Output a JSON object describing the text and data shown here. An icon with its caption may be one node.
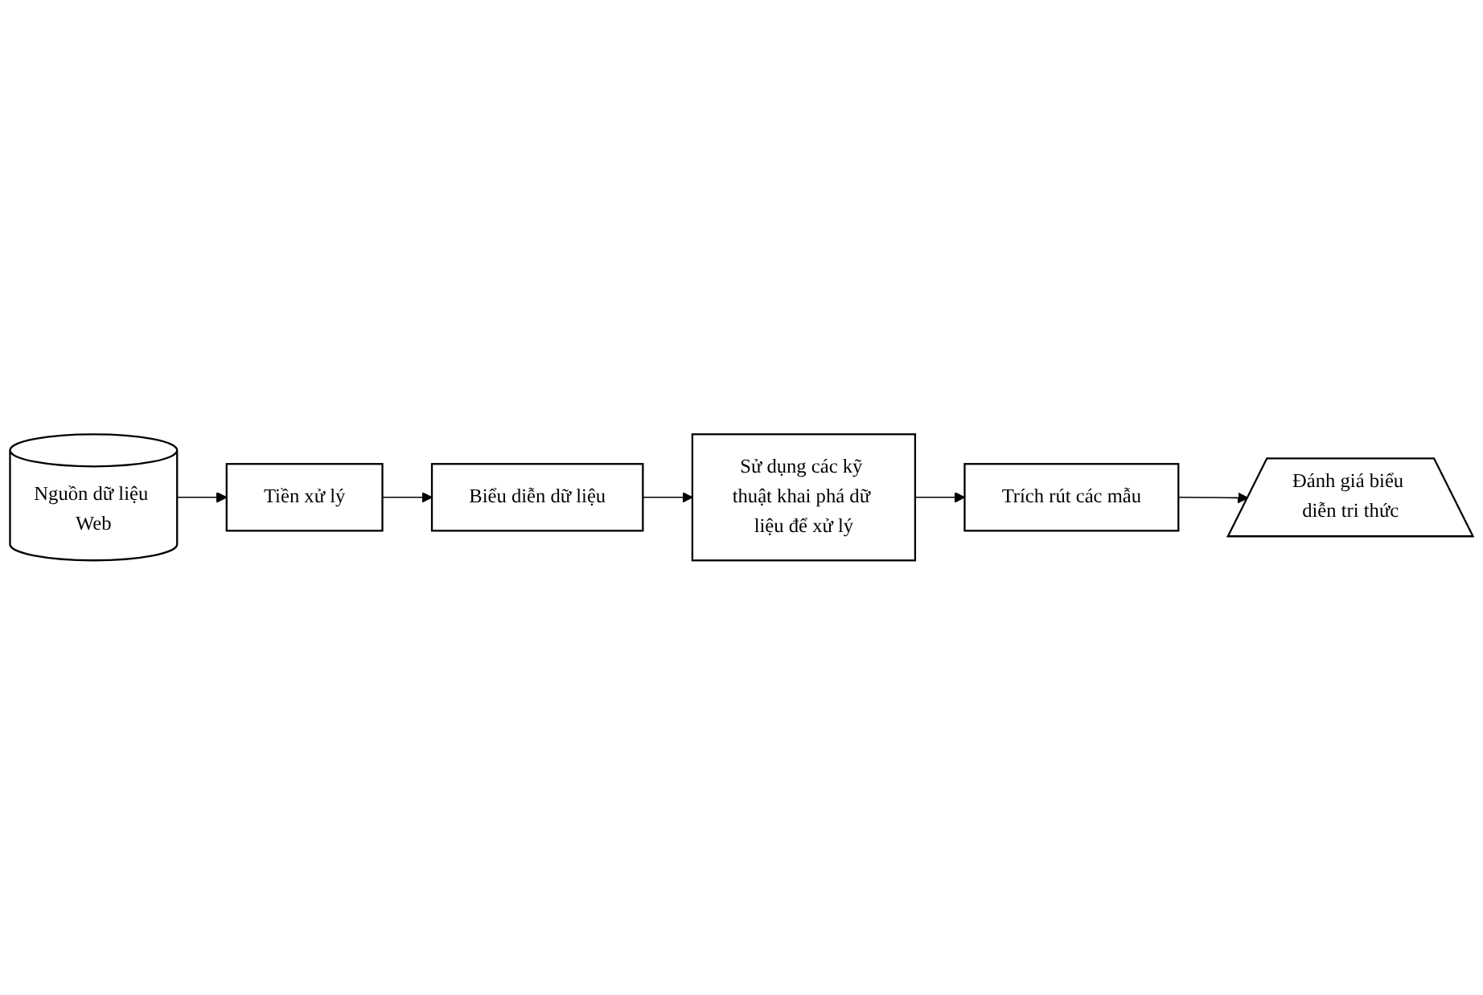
{
  "diagram": {
    "nodes": [
      {
        "text": [
          "Nguồn dữ liệu Web"
        ]
      },
      {
        "text": [
          "Tiền xử lý"
        ]
      },
      {
        "text": [
          "Biểu diễn dữ liệu"
        ]
      },
      {
        "text": [
          "Sử dụng các kỹ thuật khai phá dữ liệu để xử lý"
        ]
      },
      {
        "text": [
          "Trích rút các mẫu"
        ]
      },
      {
        "text": [
          "Đánh giá biểu diễn tri thức"
        ]
      }
    ],
    "edges": [
      {
        "from": 0,
        "to": 1,
        "arrow": "to"
      },
      {
        "from": 1,
        "to": 2,
        "arrow": "to"
      },
      {
        "from": 2,
        "to": 3,
        "arrow": "to"
      },
      {
        "from": 3,
        "to": 4,
        "arrow": "to"
      },
      {
        "from": 4,
        "to": 5,
        "arrow": "to"
      }
    ]
  }
}
